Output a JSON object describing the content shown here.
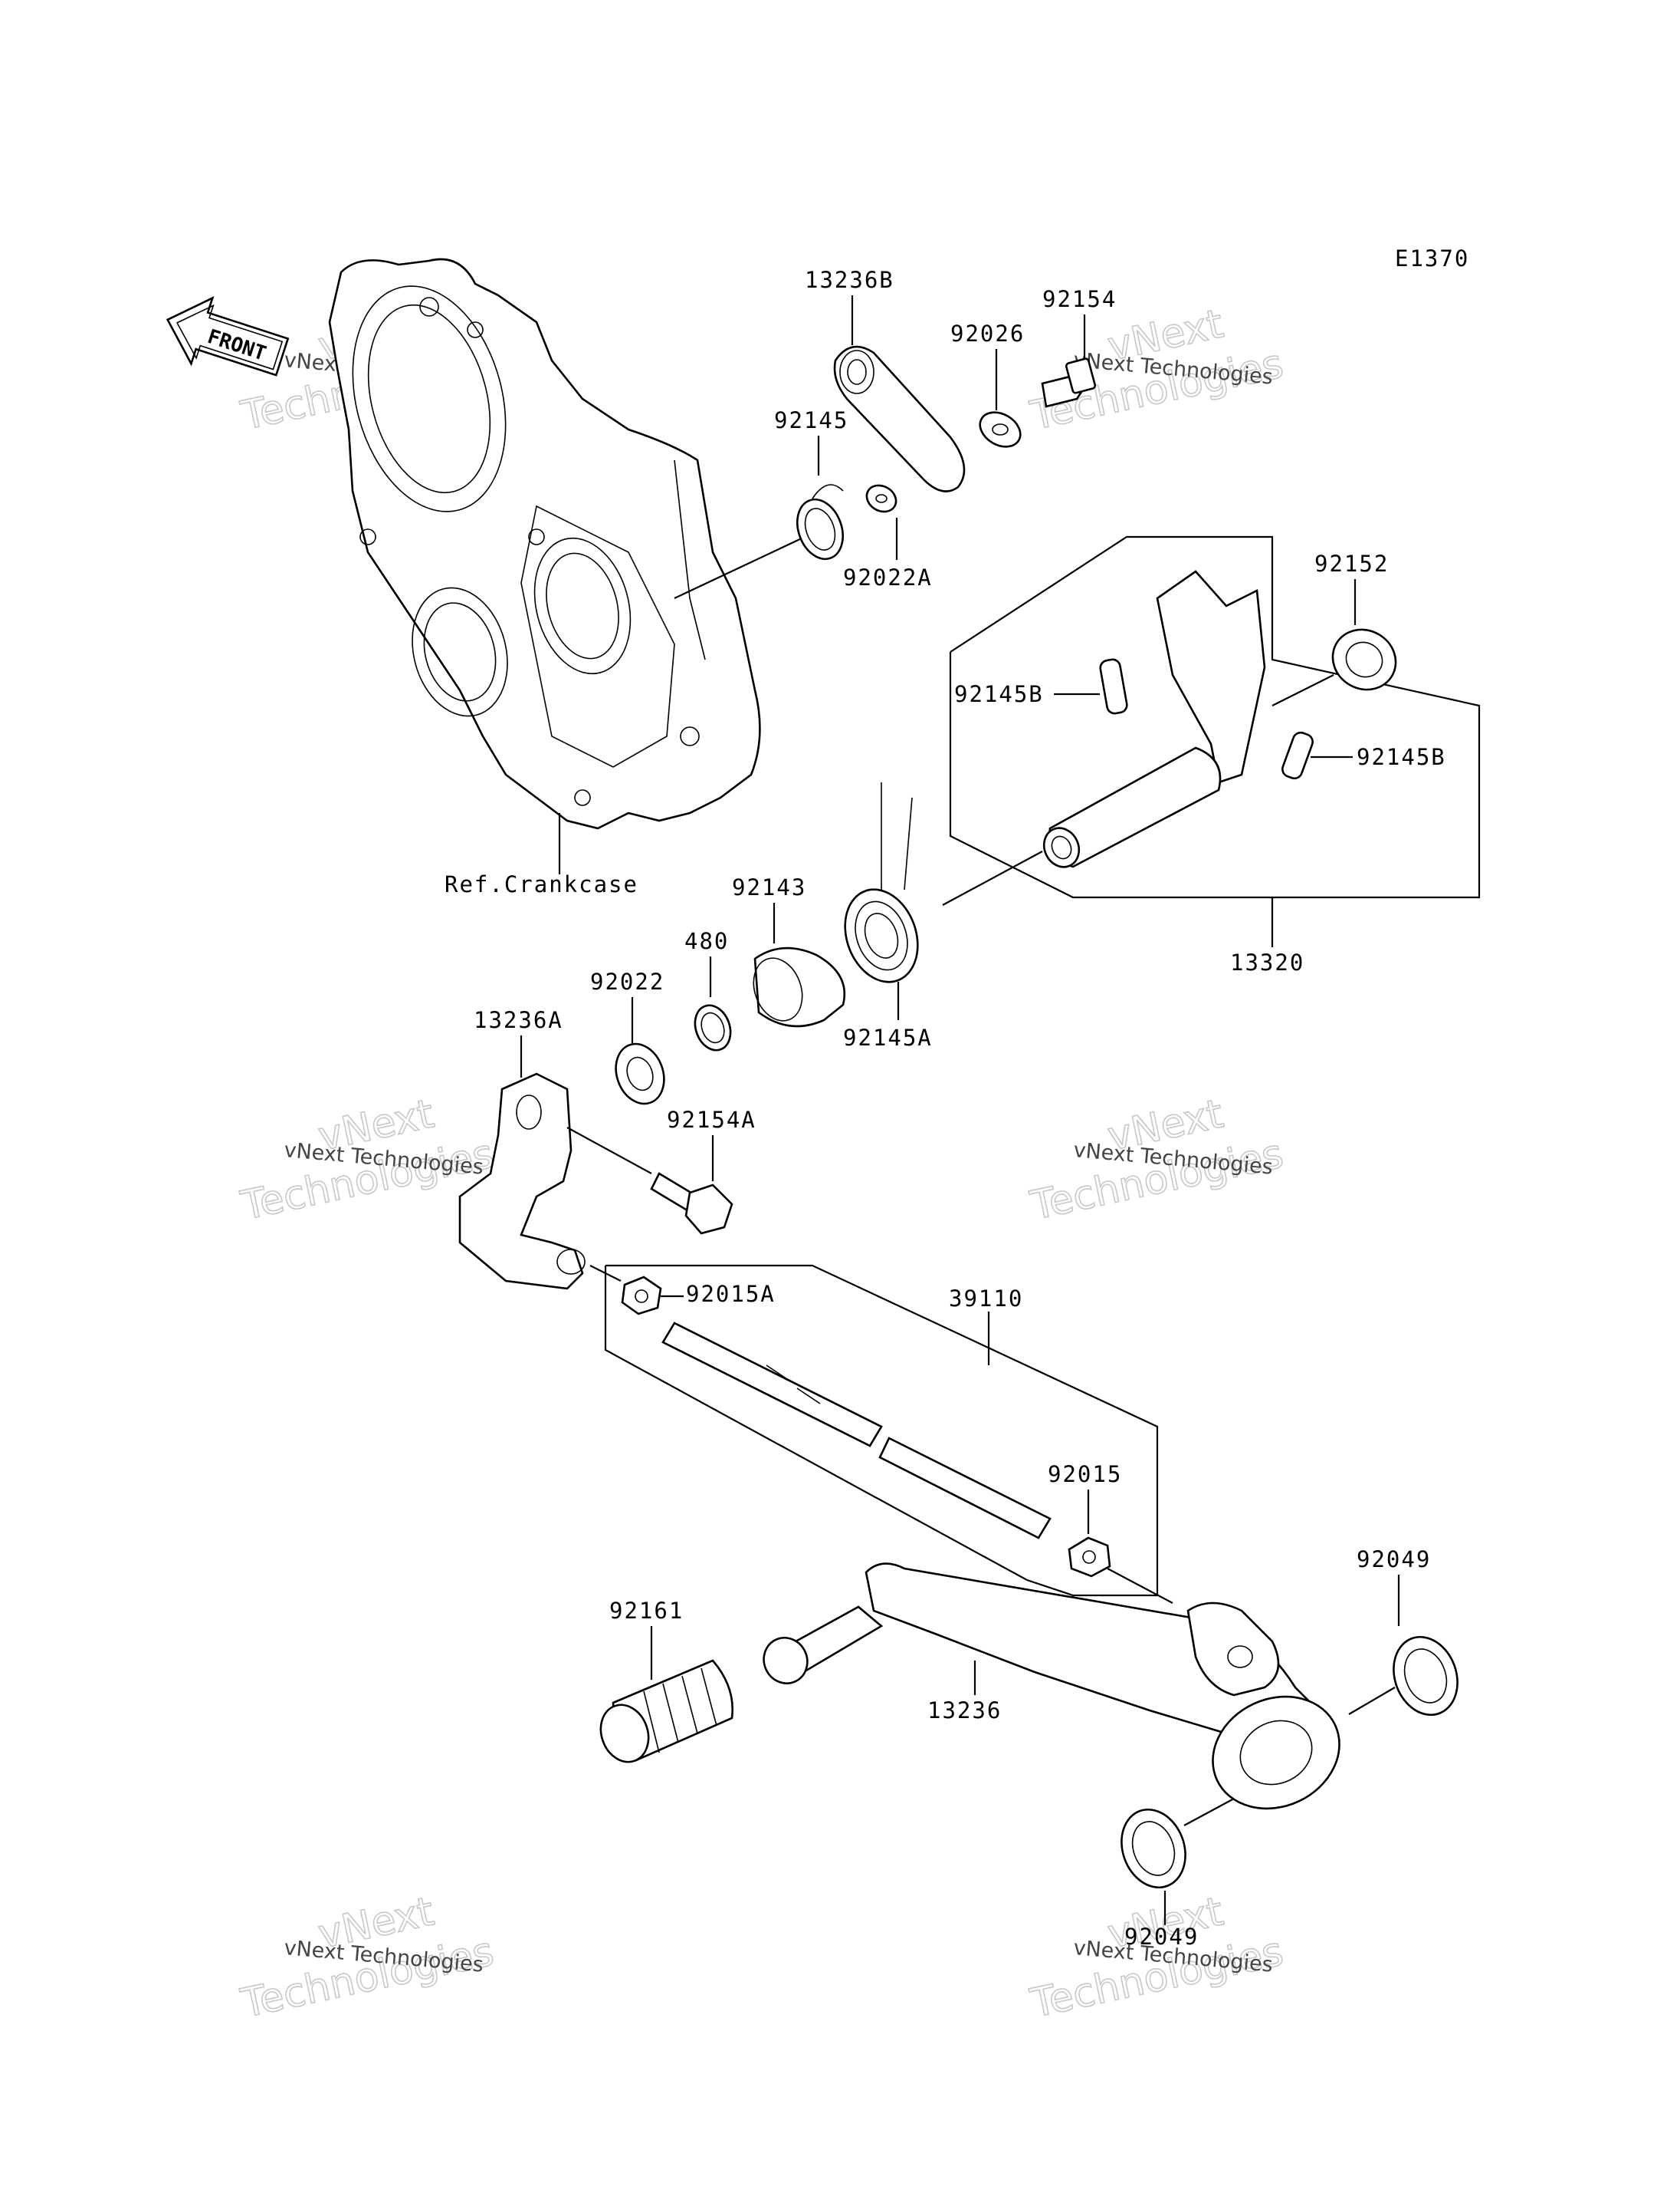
{
  "diagram_code": "E1370",
  "front_arrow_text": "FRONT",
  "ref_crankcase": "Ref.Crankcase",
  "parts": {
    "p13236B": "13236B",
    "p92154": "92154",
    "p92026": "92026",
    "p92145": "92145",
    "p92022A": "92022A",
    "p92152": "92152",
    "p92145B_left": "92145B",
    "p92145B_right": "92145B",
    "p92143": "92143",
    "p480": "480",
    "p92022": "92022",
    "p92145A": "92145A",
    "p13320": "13320",
    "p13236A": "13236A",
    "p92154A": "92154A",
    "p92015A": "92015A",
    "p39110": "39110",
    "p92015": "92015",
    "p92049_top": "92049",
    "p92161": "92161",
    "p13236": "13236",
    "p92049_bottom": "92049"
  },
  "watermark": {
    "brand": "vNext Technologies",
    "line1": "vNext",
    "line2": "Technologies"
  }
}
